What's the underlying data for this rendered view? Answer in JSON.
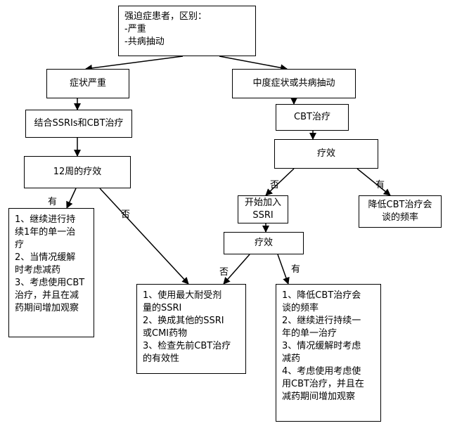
{
  "root": {
    "lines": [
      "强迫症患者，区别：",
      "-严重",
      "-共病抽动"
    ]
  },
  "severe": "症状严重",
  "moderate": "中度症状或共病抽动",
  "combined": "结合SSRIs和CBT治疗",
  "cbt": "CBT治疗",
  "twelve_week": "12周的疗效",
  "efficacy_1": "疗效",
  "start_ssri": "开始加入SSRI",
  "efficacy_2": "疗效",
  "reduce_cbt": "降低CBT治疗会谈的频率",
  "box_continue": {
    "lines": [
      "1、继续进行持",
      "续1年的单一治",
      "疗",
      "2、当情况缓解",
      "时考虑减药",
      "3、考虑使用CBT",
      "治疗，并且在减",
      "药期间增加观察"
    ]
  },
  "box_max_ssri": {
    "lines": [
      "1、使用最大耐受剂",
      "量的SSRI",
      "2、换成其他的SSRI",
      "或CMI药物",
      "3、检查先前CBT治疗",
      "的有效性"
    ]
  },
  "box_reduce": {
    "lines": [
      "1、降低CBT治疗会",
      "谈的频率",
      "2、继续进行持续一",
      "年的单一治疗",
      "3、情况缓解时考虑",
      "减药",
      "4、考虑使用考虑使",
      "用CBT治疗，并且在",
      "减药期间增加观察"
    ]
  },
  "labels": {
    "yes": "有",
    "no": "否"
  }
}
